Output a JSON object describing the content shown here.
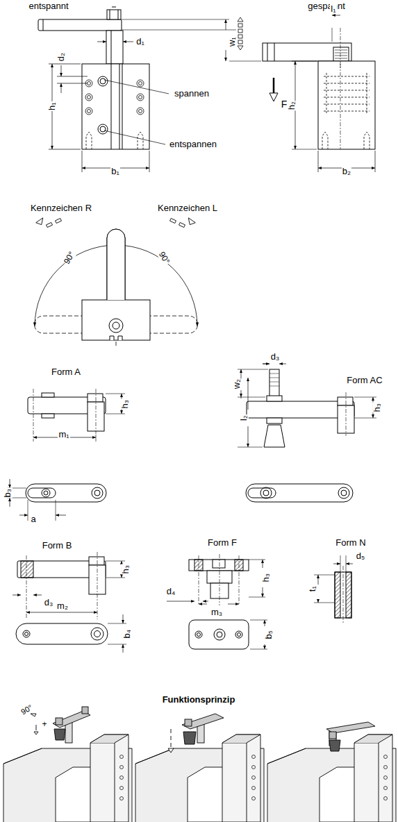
{
  "diagram": {
    "labels": [
      "entspannt",
      "gespannt",
      "d₁",
      "d₂",
      "h₁",
      "b₁",
      "spannen",
      "entspannen",
      "w₁",
      "l₁",
      "Fₛ",
      "h₂",
      "b₂",
      "Kennzeichen R",
      "Kennzeichen L",
      "90°",
      "90°",
      "Form A",
      "h₃",
      "m₁",
      "b₃",
      "a",
      "Form AC",
      "d₃",
      "w₂",
      "l₂",
      "h₃",
      "Form B",
      "d₃",
      "h₃",
      "m₂",
      "b₄",
      "Form F",
      "h₃",
      "d₄",
      "m₃",
      "b₅",
      "Form N",
      "d₅",
      "t₁",
      "Funktionsprinzip",
      "90°",
      "+"
    ]
  }
}
